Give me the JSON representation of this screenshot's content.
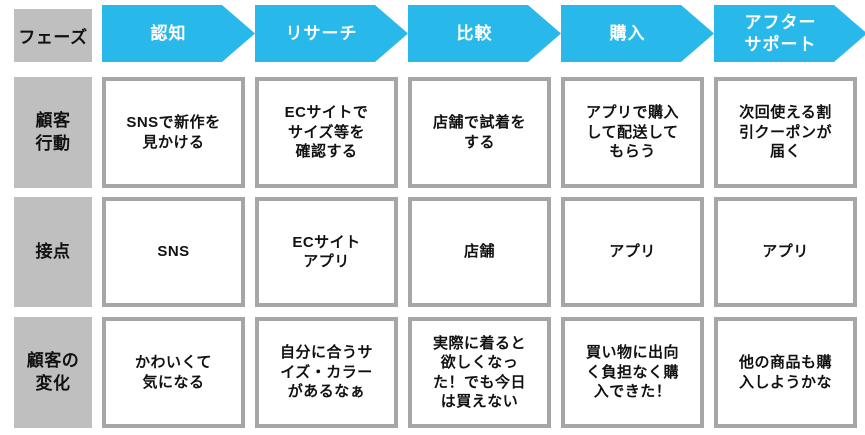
{
  "colors": {
    "accent": "#29B8EA",
    "header-gray": "#BFBFBF",
    "cell-border": "#A6A6A6",
    "arrow-text": "#FFFFFF",
    "text": "#111111"
  },
  "phase_row": {
    "label": "フェーズ",
    "phases": [
      "認知",
      "リサーチ",
      "比較",
      "購入",
      [
        "アフター",
        "サポート"
      ]
    ]
  },
  "rows": [
    {
      "label": [
        "顧客",
        "行動"
      ],
      "cells": [
        [
          "SNSで新作を",
          "見かける"
        ],
        [
          "ECサイトで",
          "サイズ等を",
          "確認する"
        ],
        [
          "店舗で試着を",
          "する"
        ],
        [
          "アプリで購入",
          "して配送して",
          "もらう"
        ],
        [
          "次回使える割",
          "引クーポンが",
          "届く"
        ]
      ]
    },
    {
      "label": "接点",
      "cells": [
        "SNS",
        [
          "ECサイト",
          "アプリ"
        ],
        "店舗",
        "アプリ",
        "アプリ"
      ]
    },
    {
      "label": [
        "顧客の",
        "変化"
      ],
      "cells": [
        [
          "かわいくて",
          "気になる"
        ],
        [
          "自分に合うサ",
          "イズ・カラー",
          "があるなぁ"
        ],
        [
          "実際に着ると",
          "欲しくなっ",
          "た！でも今日",
          "は買えない"
        ],
        [
          "買い物に出向",
          "く負担なく購",
          "入できた！"
        ],
        [
          "他の商品も購",
          "入しようかな"
        ]
      ]
    }
  ]
}
